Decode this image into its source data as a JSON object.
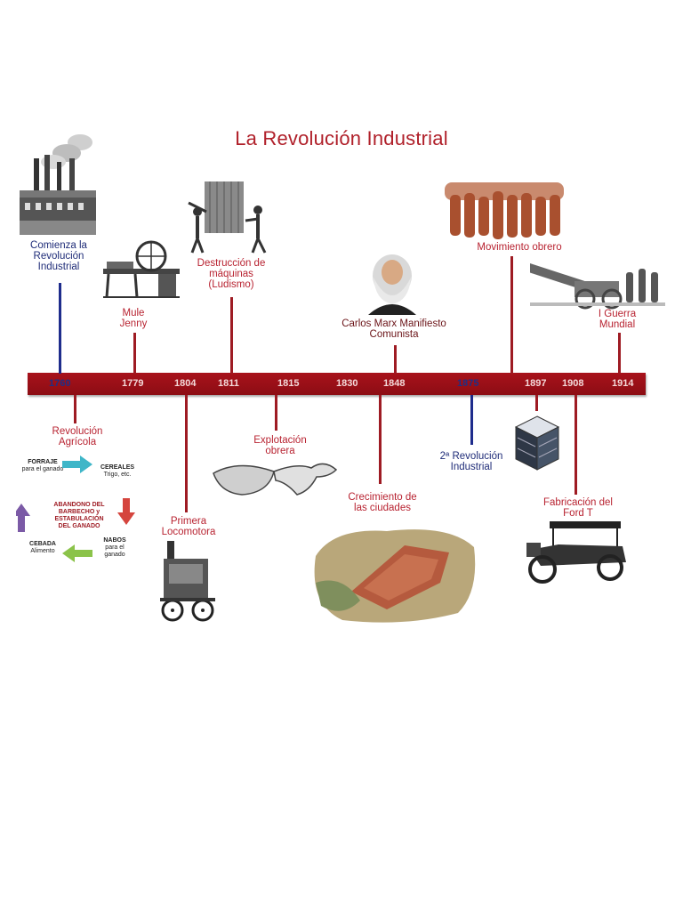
{
  "title": "La Revolución Industrial",
  "years": [
    "1760",
    "1779",
    "1804",
    "1811",
    "1815",
    "1830",
    "1848",
    "1875",
    "1897",
    "1908",
    "1914"
  ],
  "events_above": {
    "comienza": "Comienza la Revolución Industrial",
    "mule": "Mule Jenny",
    "ludismo": "Destrucción de máquinas (Ludismo)",
    "marx": "Carlos Marx Manifiesto Comunista",
    "obrero": "Movimiento obrero",
    "guerra": "I Guerra Mundial"
  },
  "events_below": {
    "agricola": "Revolución Agrícola",
    "locomotora": "Primera Locomotora",
    "explotacion": "Explotación obrera",
    "ciudades": "Crecimiento de las ciudades",
    "segunda": "2ª Revolución Industrial",
    "ford": "Fabricación del Ford T"
  },
  "agri_cycle": {
    "forraje": "FORRAJE",
    "forraje_sub": "para el ganado",
    "cereales": "CEREALES",
    "cereales_sub": "Trigo, etc.",
    "abandono": "ABANDONO DEL BARBECHO y ESTABULACIÓN DEL GANADO",
    "nabos": "NABOS",
    "nabos_sub": "para el ganado",
    "cebada": "CEBADA",
    "cebada_sub": "Alimento"
  },
  "colors": {
    "red": "#9e1b23",
    "blue": "#1e2c8c",
    "title": "#b0202a"
  }
}
